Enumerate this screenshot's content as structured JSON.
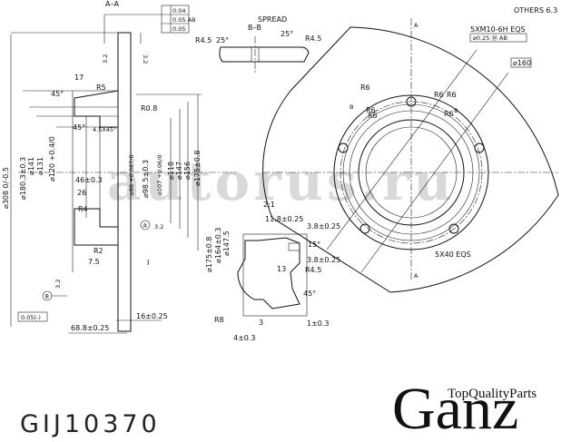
{
  "drawing": {
    "section_aa_label": "A–A",
    "section_bb_label": "B–B",
    "spread_label": "SPREAD",
    "scale_label": "2:1",
    "others_roughness": "OTHERS 6.3",
    "tolerance_frame": [
      "0.04",
      "0.05 AB",
      "0.05"
    ],
    "thread_spec": "5XM10-6H EQS",
    "thread_position_tol": "⌀0.25 Ⓜ AB",
    "bolt_circle": "⌀160",
    "slots_spec": "5X40 EQS",
    "flatness_frame": "0.05(-)",
    "datum_a": "A",
    "datum_b": "B",
    "section_marker": "A",
    "left_dims": {
      "d308": "⌀308 0/-0.5",
      "d180": "⌀180.3±0.3",
      "d141": "⌀141",
      "d131": "⌀131",
      "d120": "⌀120 +0.4/0",
      "w17": "17",
      "r5": "R5",
      "a45_top": "45°",
      "a45_mid": "45°",
      "chamfer": "4.5X45°",
      "r08": "R0.8",
      "w46": "46±0.3",
      "w26": "26",
      "r4": "R4",
      "r2": "R2",
      "w7_5": "7.5",
      "rough32_a": "3.2",
      "rough32_b": "3.2",
      "rough32_c": "3.2",
      "rough32_d": "3.2",
      "w16": "16±0.25",
      "w68": "68.8±0.25",
      "i_mark": "I"
    },
    "hub_dims": {
      "d96": "⌀96 +0.087/0",
      "d98": "⌀98.5±0.3",
      "d107": "⌀107 +0.06/0",
      "d118": "⌀118",
      "d147": "⌀147",
      "d156": "⌀156",
      "d175": "⌀175±0.8"
    },
    "spread_dims": {
      "r4_5_left": "R4.5",
      "r4_5_right": "R4.5",
      "a25_left": "25°",
      "a25_right": "25°"
    },
    "detail_dims": {
      "d175": "⌀175±0.8",
      "d164": "⌀164±0.3",
      "d147": "⌀147.5",
      "w11_8": "11.8±0.25",
      "w3_8a": "3.8±0.25",
      "w3_8b": "3.8±0.25",
      "a15": "15°",
      "r4_5": "R4.5",
      "v13": "13",
      "a45": "45°",
      "r8": "R8",
      "v3": "3",
      "w1": "1±0.3",
      "w4": "4±0.3"
    },
    "front_view": {
      "r6_labels": [
        "R6",
        "R6",
        "R6",
        "R6",
        "R6",
        "R6"
      ],
      "b_labels": [
        "B",
        "B"
      ]
    }
  },
  "footer": {
    "part_number": "GIJ10370",
    "brand": "Ganz",
    "tagline": "TopQualityParts"
  },
  "watermark": "autorus.ru"
}
